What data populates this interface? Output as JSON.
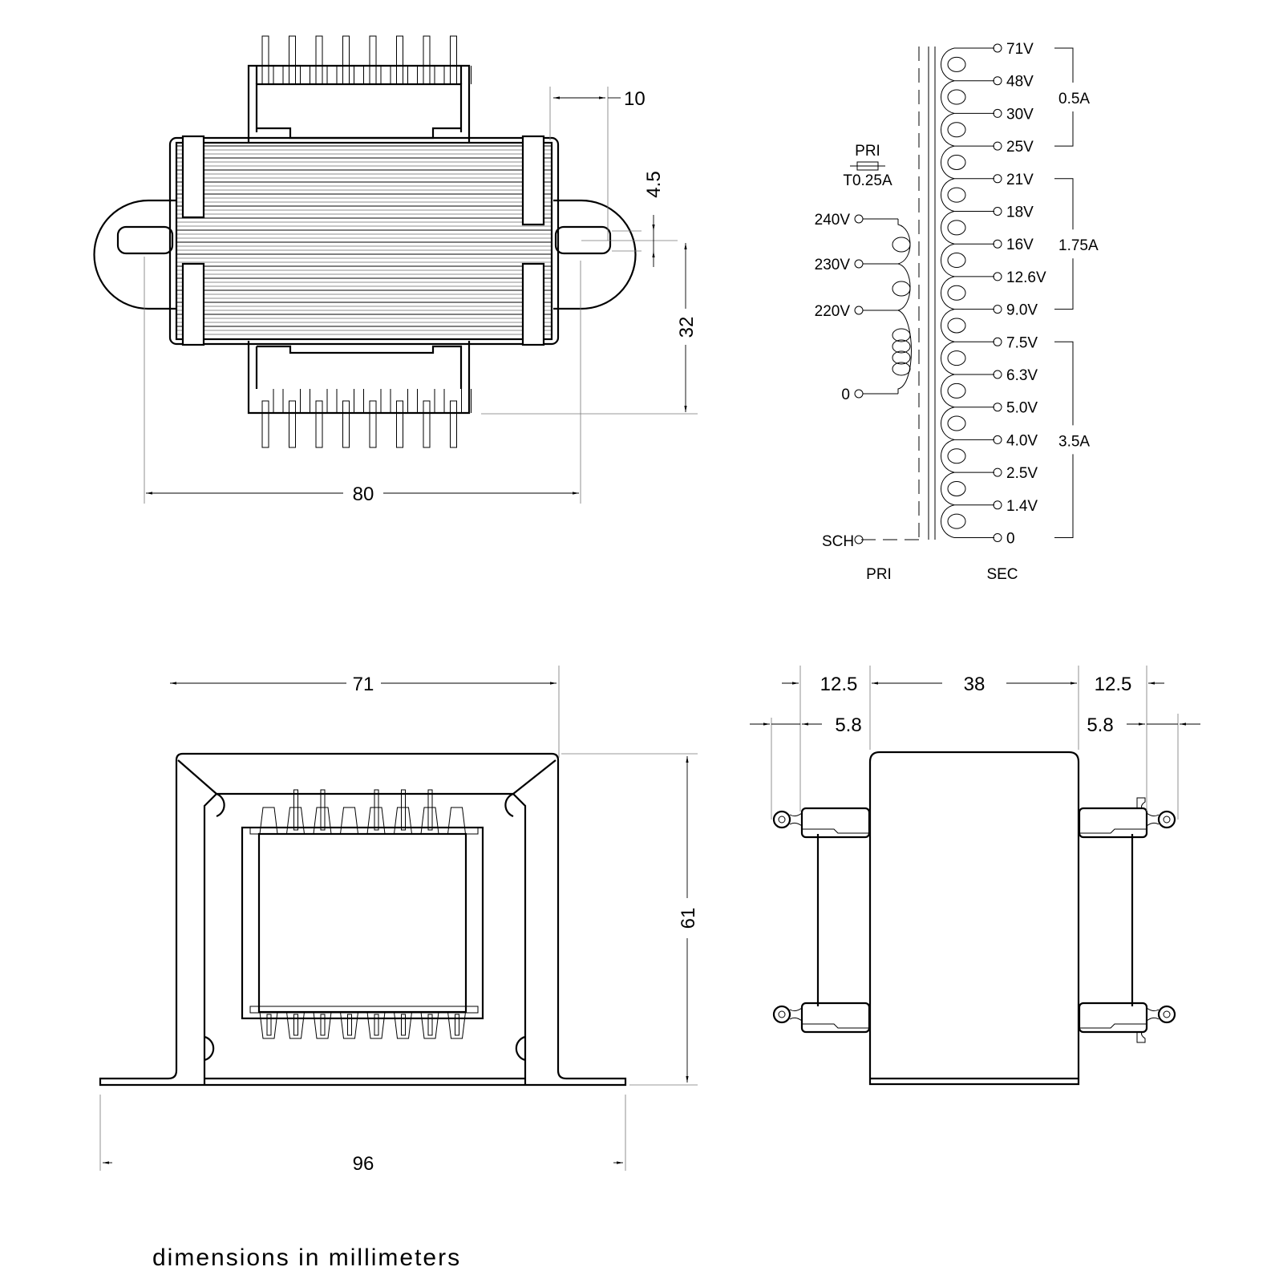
{
  "top_view": {
    "dims": {
      "width": "80",
      "slot_offset": "10",
      "slot_width": "4.5",
      "mount_to_pin": "32"
    }
  },
  "front_view": {
    "dims": {
      "frame_width": "71",
      "base_width": "96",
      "height": "61"
    }
  },
  "side_view": {
    "dims": {
      "left_lug": "12.5",
      "core": "38",
      "right_lug": "12.5",
      "left_hole": "5.8",
      "right_hole": "5.8"
    }
  },
  "schematic": {
    "fuse": {
      "label": "PRI",
      "rating": "T0.25A"
    },
    "primary_taps": [
      "240V",
      "230V",
      "220V",
      "0"
    ],
    "shield_label": "SCH",
    "primary_label": "PRI",
    "secondary_label": "SEC",
    "secondary_taps": [
      "71V",
      "48V",
      "30V",
      "25V",
      "21V",
      "18V",
      "16V",
      "12.6V",
      "9.0V",
      "7.5V",
      "6.3V",
      "5.0V",
      "4.0V",
      "2.5V",
      "1.4V",
      "0"
    ],
    "current_groups": [
      {
        "rating": "0.5A",
        "from": "71V",
        "to": "25V"
      },
      {
        "rating": "1.75A",
        "from": "21V",
        "to": "9.0V"
      },
      {
        "rating": "3.5A",
        "from": "7.5V",
        "to": "0"
      }
    ]
  },
  "footer": {
    "note": "dimensions in millimeters"
  }
}
